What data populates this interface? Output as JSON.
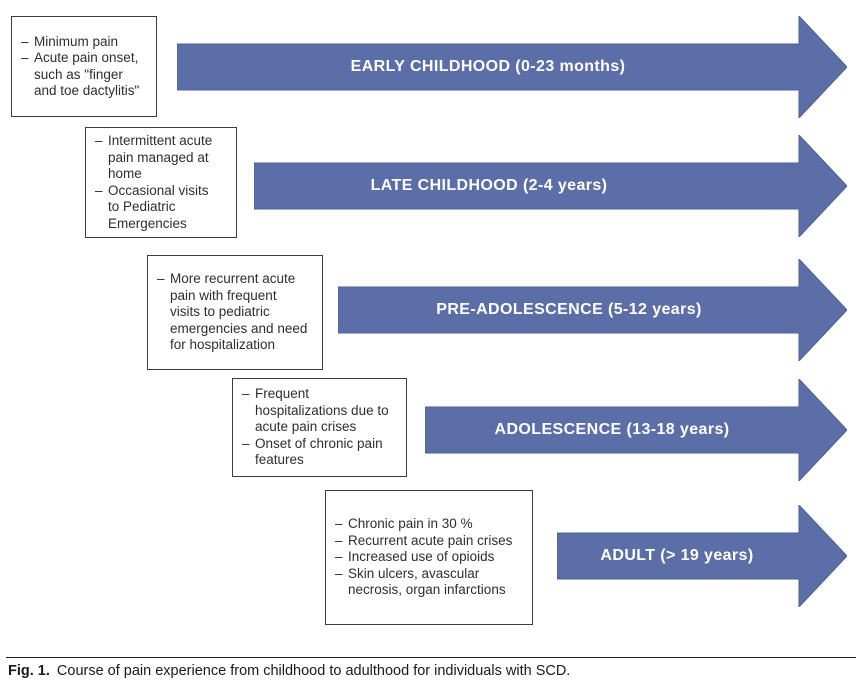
{
  "bullet_char": "–",
  "colors": {
    "arrow_fill": "#5b6ea8",
    "arrow_edge": "#4e6098",
    "arrow_label_text": "#ffffff",
    "box_border": "#3c3c3c",
    "box_text": "#2e2e2e"
  },
  "stages": [
    {
      "arrow_label": "EARLY CHILDHOOD (0-23 months)",
      "notes": [
        "Minimum pain",
        "Acute pain onset,\nsuch as \"finger\nand toe dactylitis\""
      ]
    },
    {
      "arrow_label": "LATE CHILDHOOD (2-4 years)",
      "notes": [
        "Intermittent acute\npain managed at\nhome",
        "Occasional visits\nto Pediatric\nEmergencies"
      ]
    },
    {
      "arrow_label": "PRE-ADOLESCENCE (5-12 years)",
      "notes": [
        "More recurrent acute\npain with frequent\nvisits to pediatric\nemergencies and need\nfor hospitalization"
      ]
    },
    {
      "arrow_label": "ADOLESCENCE (13-18 years)",
      "notes": [
        "Frequent\nhospitalizations due to\nacute pain crises",
        "Onset of chronic pain\nfeatures"
      ]
    },
    {
      "arrow_label": "ADULT (> 19 years)",
      "notes": [
        "Chronic pain in 30 %",
        "Recurrent acute pain crises",
        "Increased use of opioids",
        "Skin ulcers, avascular\nnecrosis, organ infarctions"
      ]
    }
  ],
  "figure": {
    "caption_label": "Fig. 1.",
    "caption_text": "Course of pain experience from childhood to adulthood for individuals with SCD."
  }
}
